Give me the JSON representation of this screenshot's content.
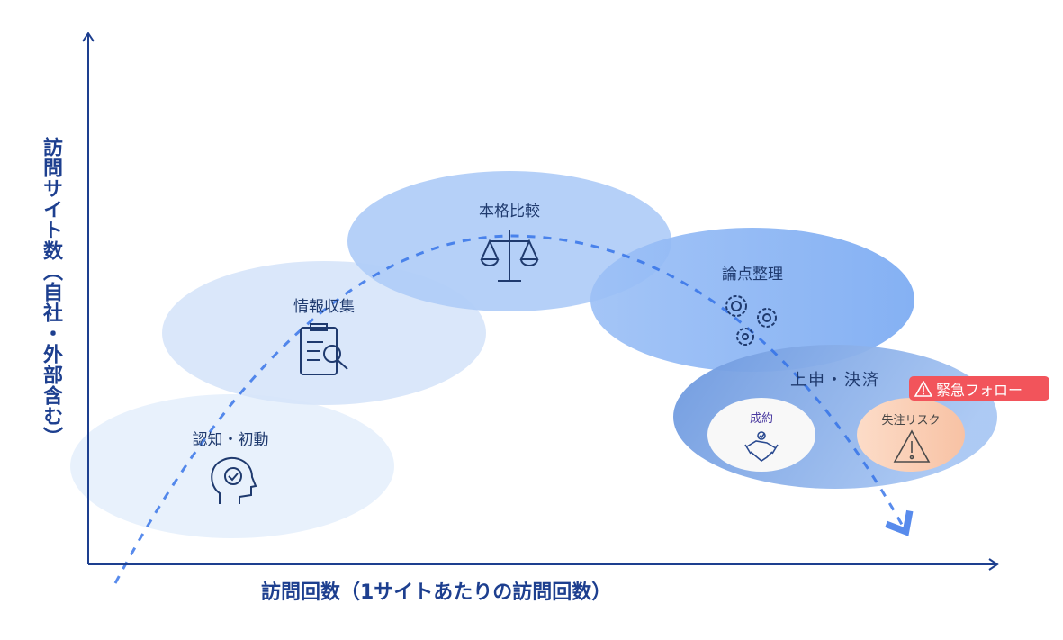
{
  "axes": {
    "y_label": "訪問サイト数（自社・外部含む）",
    "x_label": "訪問回数（1サイトあたりの訪問回数）"
  },
  "stages": [
    {
      "label": "認知・初動",
      "icon": "head-check-icon"
    },
    {
      "label": "情報収集",
      "icon": "clipboard-search-icon"
    },
    {
      "label": "本格比較",
      "icon": "scale-icon"
    },
    {
      "label": "論点整理",
      "icon": "gears-icon"
    },
    {
      "label": "上申・決済",
      "icon": ""
    }
  ],
  "outcomes": [
    {
      "label": "成約",
      "icon": "handshake-icon"
    },
    {
      "label": "失注リスク",
      "icon": "warning-icon"
    }
  ],
  "badge": {
    "label": "緊急フォロー",
    "icon": "warning-icon",
    "color": "#f2545b"
  },
  "colors": {
    "axis": "#1d3f8f",
    "path": "#2f6fe8"
  }
}
